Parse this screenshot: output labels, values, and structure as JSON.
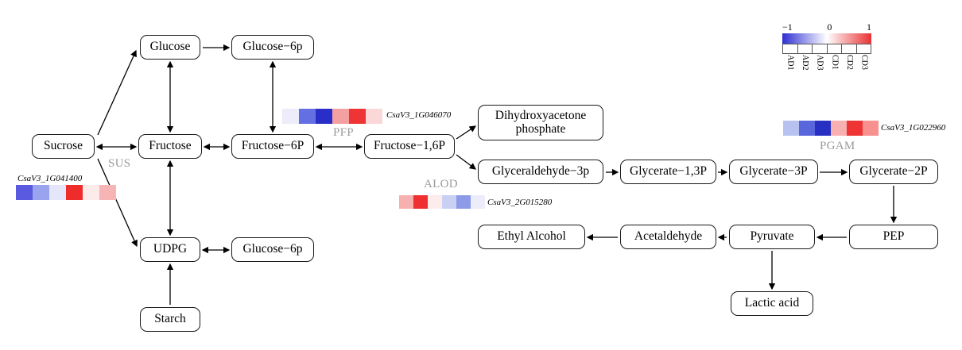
{
  "nodes": {
    "sucrose": "Sucrose",
    "glucose": "Glucose",
    "glucose_6p_top": "Glucose−6p",
    "fructose": "Fructose",
    "fructose_6p": "Fructose−6P",
    "fructose_16p": "Fructose−1,6P",
    "udpg": "UDPG",
    "glucose_6p_bottom": "Glucose−6p",
    "starch": "Starch",
    "dhap": "Dihydroxyacetone phosphate",
    "glyceraldehyde_3p": "Glyceraldehyde−3p",
    "glycerate_13p": "Glycerate−1,3P",
    "glycerate_3p": "Glycerate−3P",
    "glycerate_2p": "Glycerate−2P",
    "pep": "PEP",
    "pyruvate": "Pyruvate",
    "acetaldehyde": "Acetaldehyde",
    "ethyl_alcohol": "Ethyl Alcohol",
    "lactic_acid": "Lactic acid"
  },
  "enzymes": {
    "sus": "SUS",
    "pfp": "PFP",
    "alod": "ALOD",
    "pgam": "PGAM"
  },
  "heatmaps": {
    "hm1": {
      "gene": "CsaV3_1G041400",
      "cells": [
        "#5a5ae0",
        "#9aa4ee",
        "#e6e6fa",
        "#ee2c2c",
        "#fdeaea",
        "#f6b4b4"
      ]
    },
    "hm2": {
      "gene": "CsaV3_1G046070",
      "cells": [
        "#ececfb",
        "#6470e2",
        "#2a2ec8",
        "#f4a0a0",
        "#ee3434",
        "#fad8d8"
      ]
    },
    "hm3": {
      "gene": "CsaV3_2G015280",
      "cells": [
        "#f6b0b0",
        "#ee3030",
        "#fdecec",
        "#c8d0f4",
        "#8c9ae8",
        "#ececfb"
      ]
    },
    "hm4": {
      "gene": "CsaV3_1G022960",
      "cells": [
        "#b8c2f0",
        "#5a66dc",
        "#2830c4",
        "#f8b0b0",
        "#ee3434",
        "#f89090"
      ]
    }
  },
  "legend": {
    "ticks": [
      "−1",
      "0",
      "1"
    ],
    "min_color": "#2e2ed2",
    "mid_color": "#ffffff",
    "max_color": "#e83232",
    "columns": [
      "AD1",
      "AD2",
      "AD3",
      "CD1",
      "CD2",
      "CD3"
    ]
  }
}
